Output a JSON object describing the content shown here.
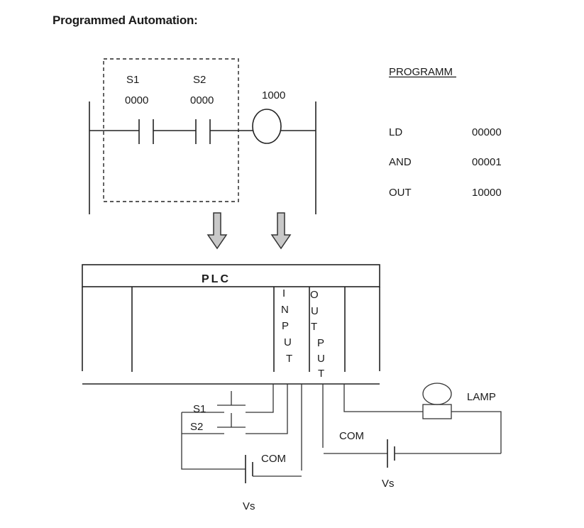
{
  "title": "Programmed Automation:",
  "ladder": {
    "contact_1": {
      "name": "S1",
      "address": "0000"
    },
    "contact_2": {
      "name": "S2",
      "address": "0000"
    },
    "coil": {
      "address": "1000"
    }
  },
  "program": {
    "heading": "PROGRAMM",
    "rows": [
      {
        "instruction": "LD",
        "operand": "00000"
      },
      {
        "instruction": "AND",
        "operand": "00001"
      },
      {
        "instruction": "OUT",
        "operand": "10000"
      }
    ]
  },
  "plc": {
    "label": "PLC",
    "input_letters": [
      "I",
      "N",
      "P",
      "U",
      "T"
    ],
    "output_letters": [
      "O",
      "U",
      "T",
      "P",
      "U",
      "T"
    ]
  },
  "wiring": {
    "switch_1": "S1",
    "switch_2": "S2",
    "input_common": "COM",
    "input_supply": "Vs",
    "output_common": "COM",
    "output_supply": "Vs",
    "load": "LAMP"
  }
}
